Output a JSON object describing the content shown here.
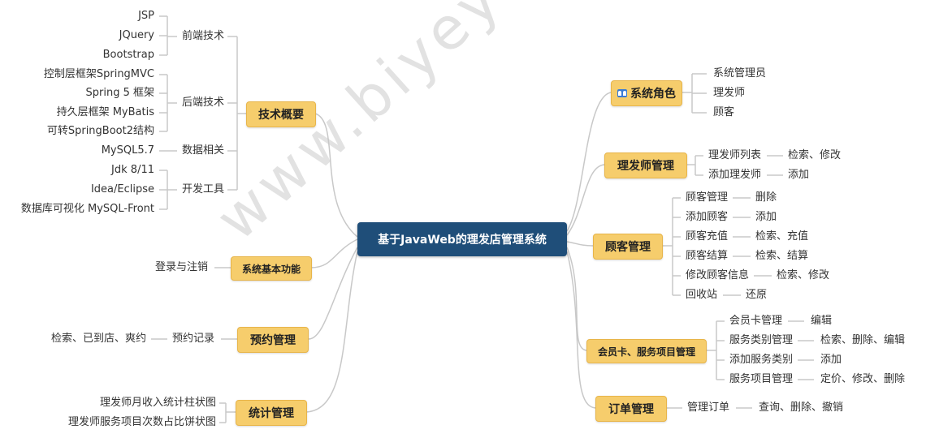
{
  "root": "基于JavaWeb的理发店管理系统",
  "watermark": "www.biyeyun.com",
  "left": {
    "tech": {
      "title": "技术概要",
      "frontend": {
        "label": "前端技术",
        "items": [
          "JSP",
          "JQuery",
          "Bootstrap"
        ]
      },
      "backend": {
        "label": "后端技术",
        "items": [
          "控制层框架SpringMVC",
          "Spring 5 框架",
          "持久层框架 MyBatis",
          "可转SpringBoot2结构"
        ]
      },
      "data": {
        "label": "数据相关",
        "items": [
          "MySQL5.7"
        ]
      },
      "devtools": {
        "label": "开发工具",
        "items": [
          "Jdk 8/11",
          "Idea/Eclipse",
          "数据库可视化 MySQL-Front"
        ]
      }
    },
    "basic": {
      "title": "系统基本功能",
      "items": [
        "登录与注销"
      ]
    },
    "booking": {
      "title": "预约管理",
      "sub": "预约记录",
      "actions": "检索、已到店、爽约"
    },
    "stats": {
      "title": "统计管理",
      "items": [
        "理发师月收入统计柱状图",
        "理发师服务项目次数占比饼状图"
      ]
    }
  },
  "right": {
    "roles": {
      "title": "系统角色",
      "icon": "people-icon",
      "items": [
        "系统管理员",
        "理发师",
        "顾客"
      ]
    },
    "barber": {
      "title": "理发师管理",
      "rows": [
        {
          "label": "理发师列表",
          "action": "检索、修改"
        },
        {
          "label": "添加理发师",
          "action": "添加"
        }
      ]
    },
    "customer": {
      "title": "顾客管理",
      "rows": [
        {
          "label": "顾客管理",
          "action": "删除"
        },
        {
          "label": "添加顾客",
          "action": "添加"
        },
        {
          "label": "顾客充值",
          "action": "检索、充值"
        },
        {
          "label": "顾客结算",
          "action": "检索、结算"
        },
        {
          "label": "修改顾客信息",
          "action": "检索、修改"
        },
        {
          "label": "回收站",
          "action": "还原"
        }
      ]
    },
    "card": {
      "title": "会员卡、服务项目管理",
      "rows": [
        {
          "label": "会员卡管理",
          "action": "编辑"
        },
        {
          "label": "服务类别管理",
          "action": "检索、删除、编辑"
        },
        {
          "label": "添加服务类别",
          "action": "添加"
        },
        {
          "label": "服务项目管理",
          "action": "定价、修改、删除"
        }
      ]
    },
    "order": {
      "title": "订单管理",
      "rows": [
        {
          "label": "管理订单",
          "action": "查询、删除、撤销"
        }
      ]
    }
  },
  "colors": {
    "root_bg": "#1f4e79",
    "topic_bg": "#f6cd6c",
    "line": "#c8c8c8"
  }
}
